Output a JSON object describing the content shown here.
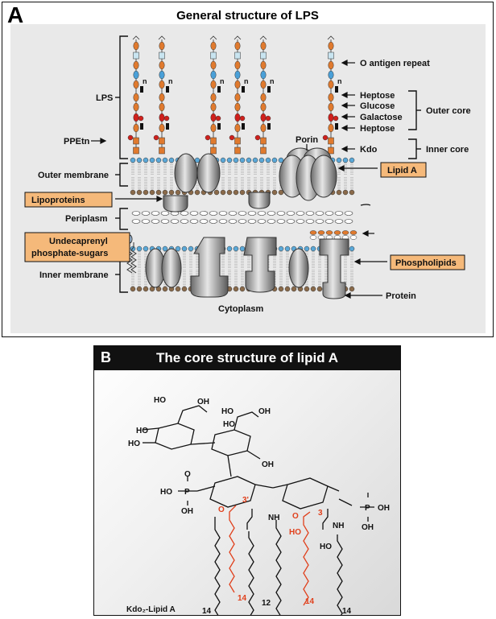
{
  "panel_a": {
    "letter": "A",
    "title": "General structure of LPS",
    "labels": {
      "lps": "LPS",
      "ppetn": "PPEtn",
      "outer_membrane": "Outer membrane",
      "lipoproteins": "Lipoproteins",
      "periplasm": "Periplasm",
      "undecaprenyl_1": "Undecaprenyl",
      "undecaprenyl_2": "phosphate-sugars",
      "inner_membrane": "Inner membrane",
      "cytoplasm": "Cytoplasm",
      "porin": "Porin",
      "o_antigen": "O antigen repeat",
      "heptose": "Heptose",
      "glucose": "Glucose",
      "galactose": "Galactose",
      "heptose2": "Heptose",
      "outer_core": "Outer core",
      "kdo": "Kdo",
      "inner_core": "Inner core",
      "lipid_a": "Lipid A",
      "phospholipids": "Phospholipids",
      "protein": "Protein",
      "n": "n"
    },
    "colors": {
      "highlight_box": "#f5b97a",
      "heptose_orange": "#e07a2e",
      "glucose_blue": "#4aa0d8",
      "galactose_red": "#d0201c",
      "headgroup_blue": "#5aa8d8",
      "headgroup_brown": "#8a6a4a"
    }
  },
  "panel_b": {
    "letter": "B",
    "title": "The core structure of lipid A",
    "atoms": {
      "ho": "HO",
      "oh": "OH",
      "o": "O",
      "p": "P",
      "nh": "NH",
      "hop": "HO",
      "kdo_label": "Kdo₂-Lipid A"
    },
    "positions": {
      "p3prime": "3'",
      "p3": "3"
    },
    "chain_lengths": {
      "c1": "14",
      "c2": "14",
      "c3": "12",
      "c4": "14",
      "c5": "14"
    },
    "colors": {
      "red_chain": "#e0401c",
      "black": "#111111"
    }
  }
}
